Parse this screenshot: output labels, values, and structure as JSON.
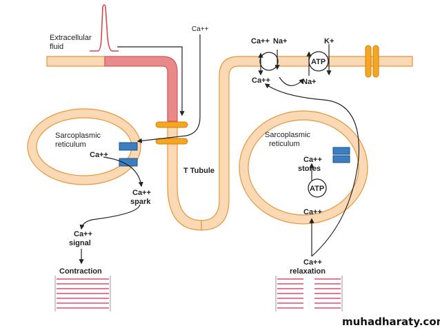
{
  "labels": {
    "extracellular_fluid_1": "Extracellular",
    "extracellular_fluid_2": "fluid",
    "ca_top": "Ca++",
    "sr_left_1": "Sarcoplasmic",
    "sr_left_2": "reticulum",
    "ca_left": "Ca++",
    "ca_spark": "Ca++",
    "spark": "spark",
    "ca_signal": "Ca++",
    "signal": "signal",
    "contraction": "Contraction",
    "t_tubule": "T Tubule",
    "ca_pump1_top": "Ca++",
    "na_pump1_top": "Na+",
    "k_pump2": "K+",
    "atp_pump2": "ATP",
    "ca_pump1_bottom": "Ca++",
    "na_pump1_bottom": "Na+",
    "sr_right_1": "Sarcoplasmic",
    "sr_right_2": "reticulum",
    "ca_stores": "Ca++",
    "stores": "stores",
    "atp_right": "ATP",
    "ca_below_atp": "Ca++",
    "ca_relax": "Ca++",
    "relaxation": "relaxation"
  },
  "watermark": "muhadharaty.com",
  "colors": {
    "membrane_fill": "#fbd9b5",
    "membrane_stroke": "#e8943a",
    "depolarized": "#e98a8a",
    "action_potential": "#d9454d",
    "channel": "#f5a623",
    "ryr_channel": "#3b7fc0",
    "filament": "#e04a6a"
  }
}
